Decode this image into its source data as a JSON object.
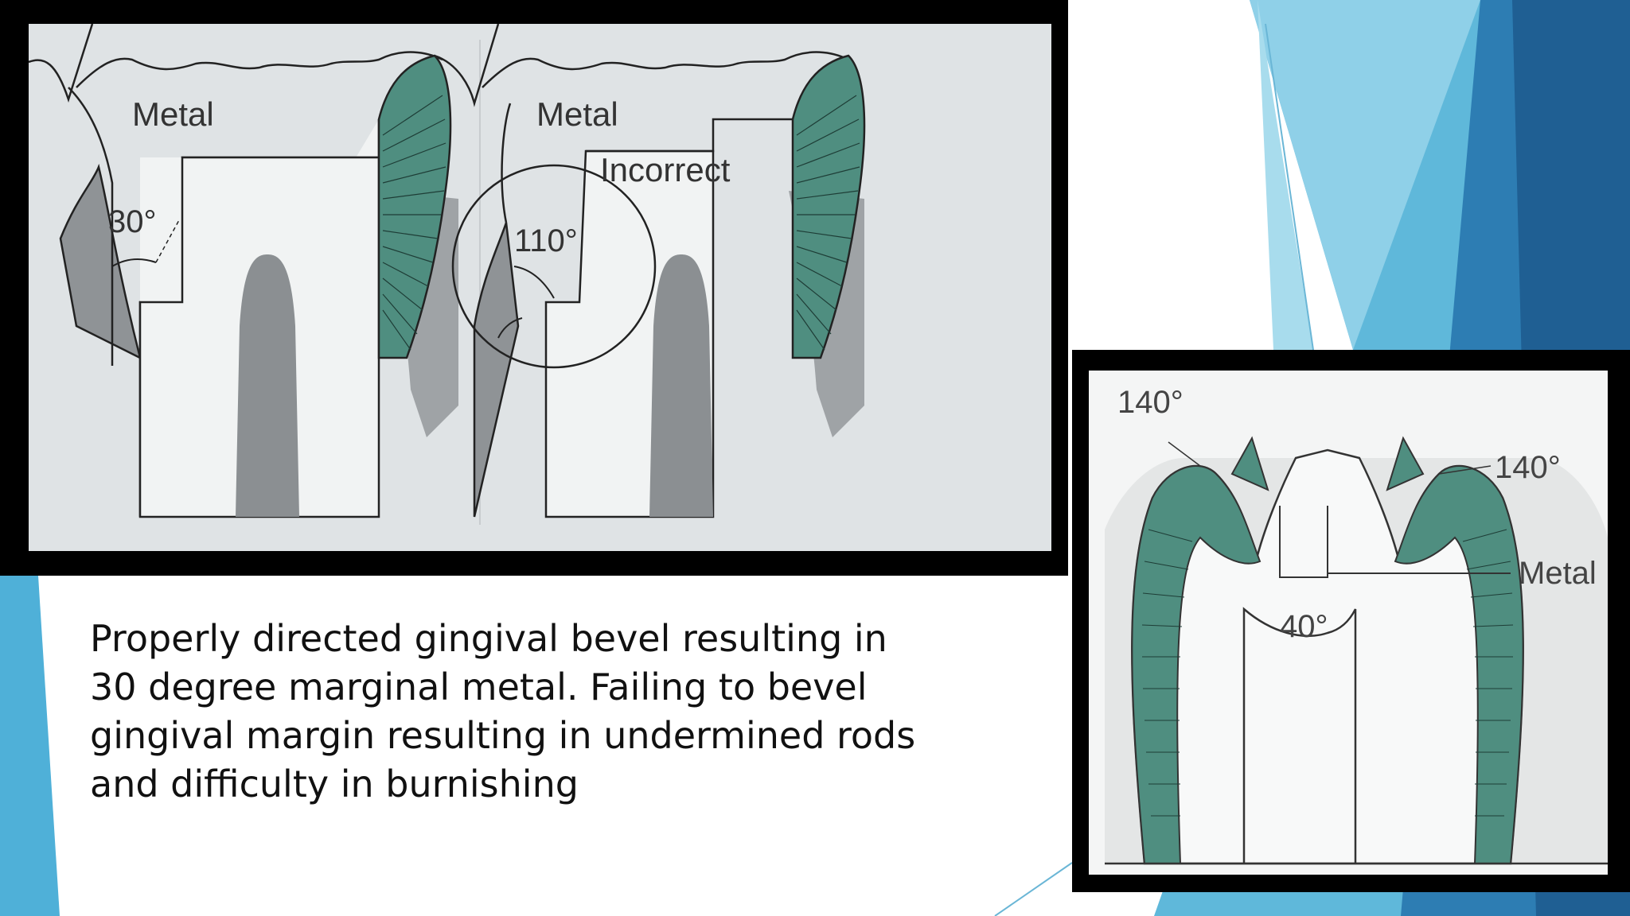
{
  "slide": {
    "caption": "Properly directed gingival bevel resulting in 30 degree marginal metal. Failing to bevel gingival margin resulting in undermined rods and difficulty in burnishing"
  },
  "figure_left": {
    "left_tooth": {
      "metal_label": "Metal",
      "angle_label": "30°"
    },
    "right_tooth": {
      "metal_label": "Metal",
      "incorrect_label": "Incorrect",
      "angle_label": "110°"
    }
  },
  "figure_right": {
    "angle_top_left": "140°",
    "angle_top_right": "140°",
    "metal_label": "Metal",
    "angle_bottom": "40°"
  },
  "colors": {
    "accent_light": "#5fb8da",
    "accent_mid": "#3a9bc8",
    "accent_dark": "#1f5f93",
    "enamel_green": "#4f8e80",
    "pulp_gray": "#8b8f92"
  }
}
